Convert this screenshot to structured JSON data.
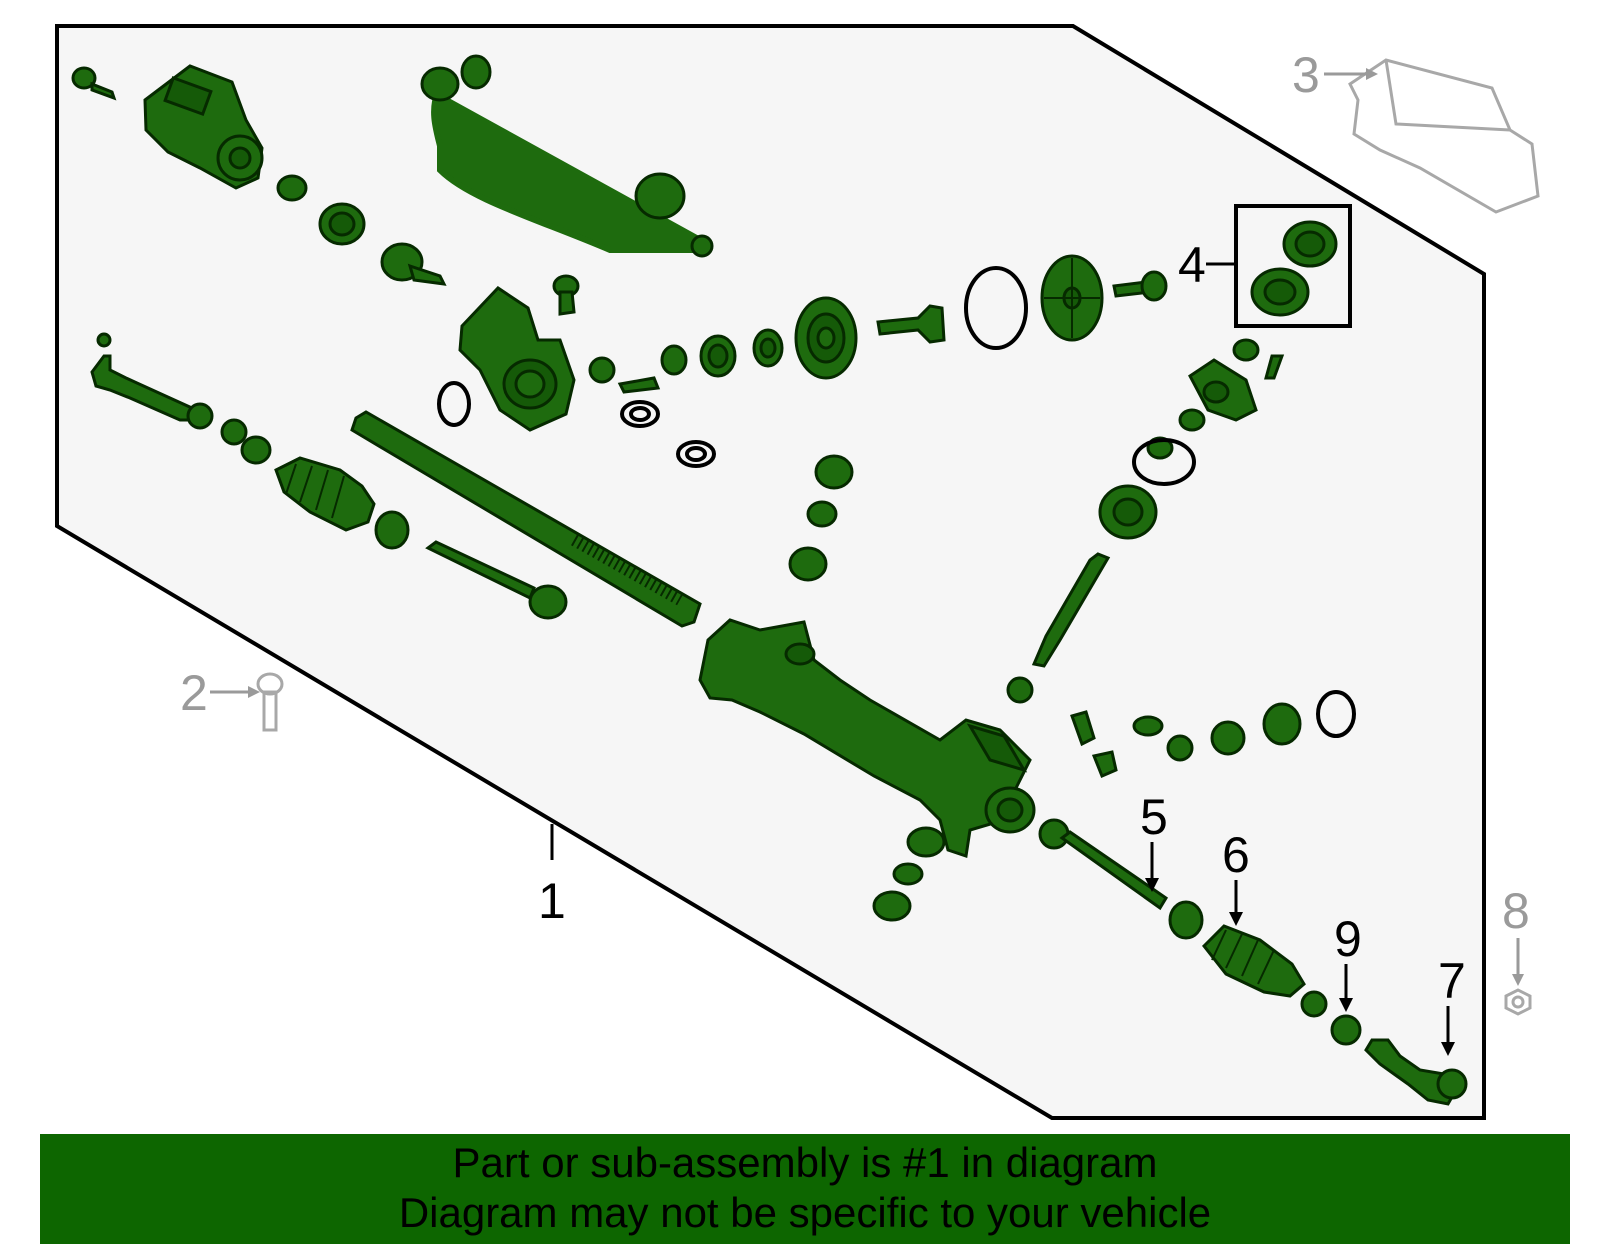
{
  "diagram": {
    "callouts": [
      {
        "id": "1",
        "label": "1",
        "highlight": true
      },
      {
        "id": "2",
        "label": "2",
        "highlight": false
      },
      {
        "id": "3",
        "label": "3",
        "highlight": false
      },
      {
        "id": "4",
        "label": "4",
        "highlight": true
      },
      {
        "id": "5",
        "label": "5",
        "highlight": true
      },
      {
        "id": "6",
        "label": "6",
        "highlight": true
      },
      {
        "id": "7",
        "label": "7",
        "highlight": true
      },
      {
        "id": "8",
        "label": "8",
        "highlight": false
      },
      {
        "id": "9",
        "label": "9",
        "highlight": true
      }
    ],
    "colors": {
      "part_fill": "#1e6b0e",
      "part_outline": "#062a00",
      "panel_fill": "#f6f6f6",
      "banner_fill": "#0d6600",
      "non_included": "#a8a8a8"
    }
  },
  "banner": {
    "line1": "Part or sub-assembly is #1 in diagram",
    "line2": "Diagram may not be specific to your vehicle"
  }
}
